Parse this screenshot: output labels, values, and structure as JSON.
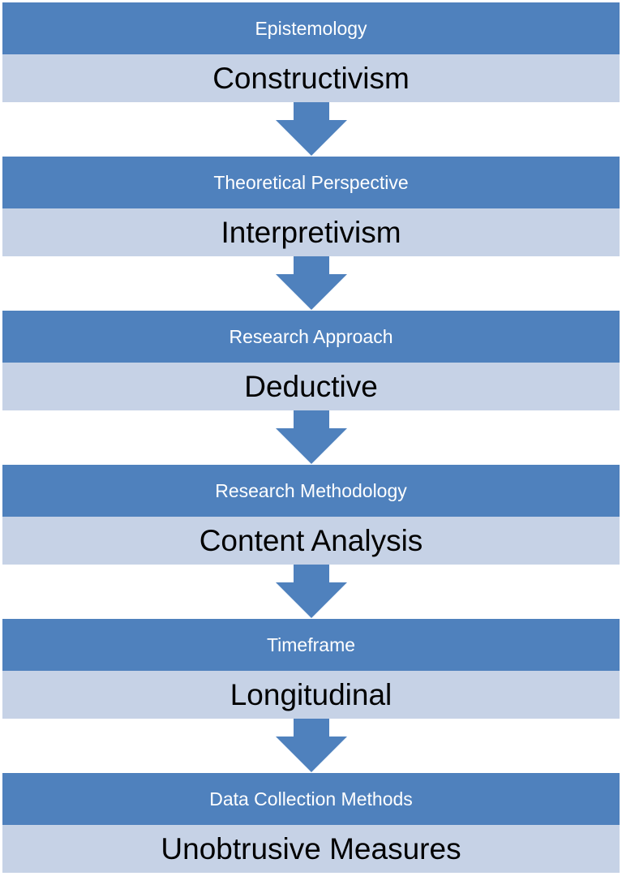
{
  "stages": [
    {
      "category": "Epistemology",
      "value": "Constructivism"
    },
    {
      "category": "Theoretical Perspective",
      "value": "Interpretivism"
    },
    {
      "category": "Research Approach",
      "value": "Deductive"
    },
    {
      "category": "Research Methodology",
      "value": "Content Analysis"
    },
    {
      "category": "Timeframe",
      "value": "Longitudinal"
    },
    {
      "category": "Data Collection Methods",
      "value": "Unobtrusive Measures"
    }
  ],
  "colors": {
    "header": "#4f81bd",
    "value_band": "#c6d2e6",
    "arrow": "#4f81bd"
  }
}
